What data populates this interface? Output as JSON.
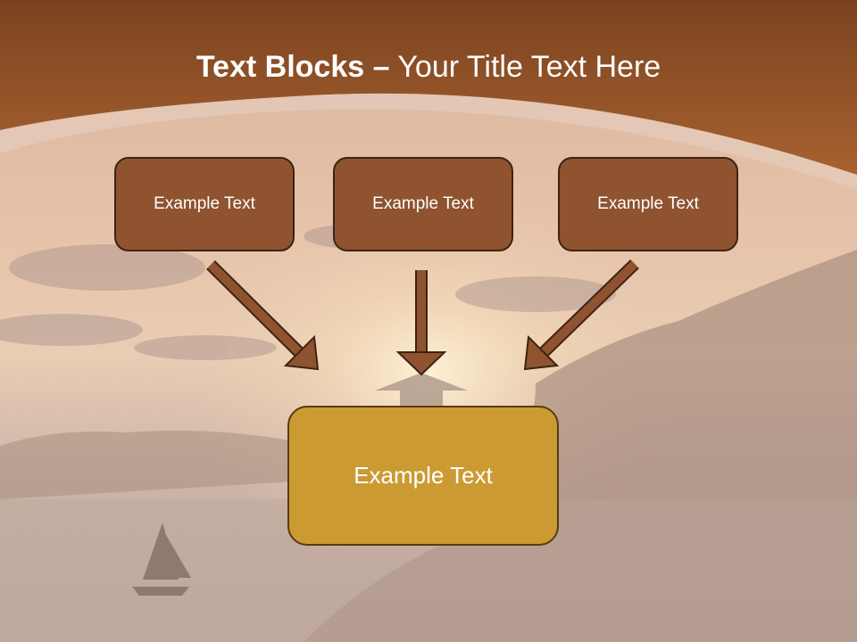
{
  "slide": {
    "title_bold": "Text Blocks",
    "title_separator": "–",
    "title_rest": "Your Title Text Here",
    "top_boxes": [
      {
        "label": "Example Text"
      },
      {
        "label": "Example Text"
      },
      {
        "label": "Example Text"
      }
    ],
    "bottom_box": {
      "label": "Example Text"
    }
  },
  "colors": {
    "header_band": "#8c4e22",
    "top_box_fill": "#8f5330",
    "top_box_border": "#3d2414",
    "bottom_box_fill": "#cc9a33",
    "bottom_box_border": "#5a3a10",
    "arrow": "#8f5330"
  }
}
